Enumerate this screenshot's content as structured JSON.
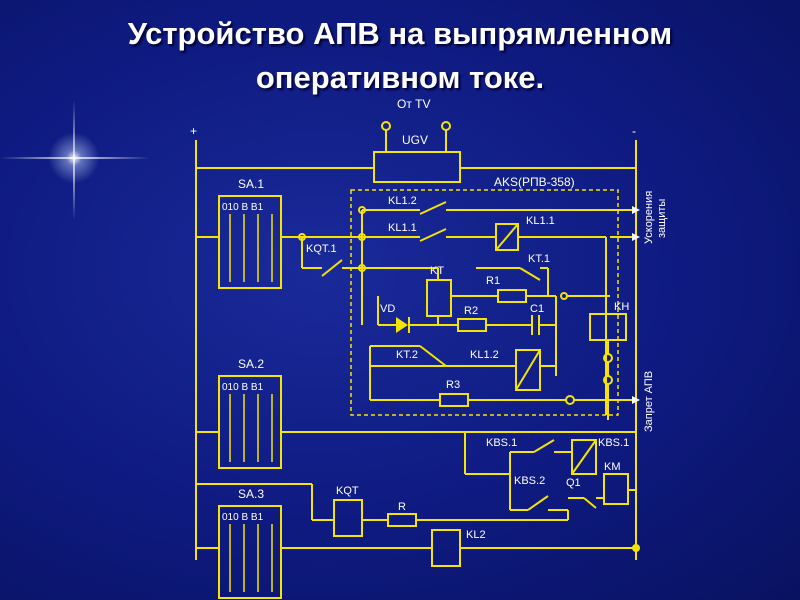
{
  "title": {
    "line1": "Устройство АПВ на выпрямленном",
    "line2": "оперативном токе."
  },
  "labels": {
    "from_tv": "От TV",
    "ugv": "UGV",
    "plus": "+",
    "minus": "-",
    "aks": "AKS(РПВ-358)",
    "sa1": "SA.1",
    "sa2": "SA.2",
    "sa3": "SA.3",
    "switch_header": "010  В В1",
    "kl1_2_top": "KL1.2",
    "kl1_1_contact": "KL1.1",
    "kl1_1_coil": "KL1.1",
    "kqt1": "KQT.1",
    "kt": "KT",
    "kt1": "KT.1",
    "r1": "R1",
    "vd": "VD",
    "r2": "R2",
    "c1": "C1",
    "kh": "KH",
    "kt2": "KT.2",
    "kl1_2_coil": "KL1.2",
    "r3": "R3",
    "kbs1_contact": "KBS.1",
    "kbs1_coil": "KBS.1",
    "kbs2": "KBS.2",
    "km": "KM",
    "q1": "Q1",
    "kqt": "KQT",
    "r": "R",
    "kl2": "KL2",
    "accel": "Ускорения",
    "protect": "защиты",
    "ban": "Запрет АПВ"
  },
  "colors": {
    "wire": "#f5e400",
    "background": "#0e1a80",
    "text": "#ffffff"
  }
}
